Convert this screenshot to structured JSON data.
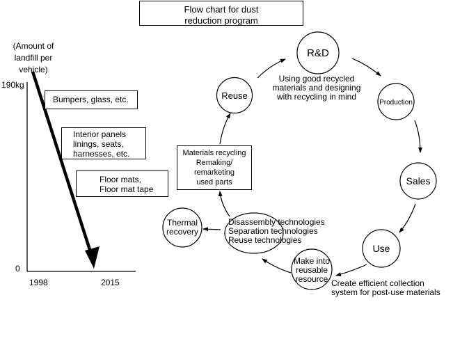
{
  "title": {
    "line1": "Flow chart for dust",
    "line2": "reduction program"
  },
  "landfill_chart": {
    "ylabel": {
      "line1": "(Amount of",
      "line2": "landfill per",
      "line3": "vehicle)"
    },
    "y_max_label": "190kg",
    "y_min_label": "0",
    "x_start_label": "1998",
    "x_end_label": "2015",
    "boxes": [
      {
        "lines": [
          "Bumpers, glass, etc."
        ]
      },
      {
        "lines": [
          "Interior panels",
          "linings, seats,",
          "harnesses, etc."
        ]
      },
      {
        "lines": [
          "Floor mats,",
          "Floor mat tape"
        ]
      }
    ]
  },
  "cycle": {
    "rd": "R&D",
    "rd_note": {
      "line1": "Using good recycled",
      "line2": "materials and designing",
      "line3": "with recycling in mind"
    },
    "production": "Production",
    "sales": "Sales",
    "use": "Use",
    "make_into": {
      "line1": "Make into",
      "line2": "reusable",
      "line3": "resource"
    },
    "collection_note": {
      "line1": "Create efficient collection",
      "line2": "system for post-use materials"
    },
    "technologies": {
      "line1": "Disassembly technologies",
      "line2": "Separation technologies",
      "line3": "Reuse technologies"
    },
    "thermal": {
      "line1": "Thermal",
      "line2": "recovery"
    },
    "materials": {
      "line1": "Materials recycling",
      "line2": "Remaking/",
      "line3": "remarketing",
      "line4": "used parts"
    },
    "reuse": "Reuse"
  }
}
